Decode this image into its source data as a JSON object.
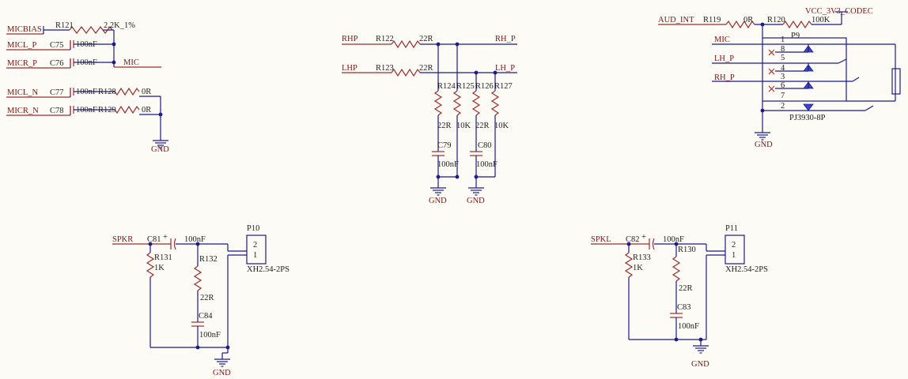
{
  "colors": {
    "background": "#fdfbf5",
    "wire": "#1b1b8f",
    "component": "#9c2d2d",
    "net_label": "#7a1515",
    "no_connect": "#d02020"
  },
  "nets": {
    "micbias": "MICBIAS",
    "micl_p": "MICL_P",
    "micr_p": "MICR_P",
    "mic_out": "MIC",
    "micl_n": "MICL_N",
    "micr_n": "MICR_N",
    "rhp": "RHP",
    "lhp": "LHP",
    "rh_p_out": "RH_P",
    "lh_p_out": "LH_P",
    "aud_int": "AUD_INT",
    "vcc": "VCC_3V3_CODEC",
    "jack_mic": "MIC",
    "jack_lh_p": "LH_P",
    "jack_rh_p": "RH_P",
    "spkr": "SPKR",
    "spkl": "SPKL"
  },
  "gnd_labels": [
    "GND",
    "GND",
    "GND",
    "GND",
    "GND",
    "GND"
  ],
  "components": {
    "r121": {
      "ref": "R121",
      "value": "2.2K_1%"
    },
    "c75": {
      "ref": "C75",
      "value": "100nF"
    },
    "c76": {
      "ref": "C76",
      "value": "100nF"
    },
    "c77": {
      "ref": "C77",
      "value": "100nF"
    },
    "c78": {
      "ref": "C78",
      "value": "100nF"
    },
    "r128": {
      "ref": "R128",
      "value": "0R"
    },
    "r129": {
      "ref": "R129",
      "value": "0R"
    },
    "r122": {
      "ref": "R122",
      "value": "22R"
    },
    "r123": {
      "ref": "R123",
      "value": "22R"
    },
    "r124": {
      "ref": "R124",
      "value": "22R"
    },
    "r125": {
      "ref": "R125",
      "value": "10K"
    },
    "r126": {
      "ref": "R126",
      "value": "22R"
    },
    "r127": {
      "ref": "R127",
      "value": "10K"
    },
    "c79": {
      "ref": "C79",
      "value": "100nF"
    },
    "c80": {
      "ref": "C80",
      "value": "100nF"
    },
    "r119": {
      "ref": "R119",
      "value": "0R"
    },
    "r120": {
      "ref": "R120",
      "value": "100K"
    },
    "p9": {
      "ref": "P9",
      "value": "PJ3930-8P",
      "pins": [
        "1",
        "8",
        "5",
        "4",
        "3",
        "6",
        "7",
        "2"
      ]
    },
    "c81": {
      "ref": "C81",
      "plus": "+",
      "value": "100nF"
    },
    "r131": {
      "ref": "R131",
      "value": "1K"
    },
    "r132": {
      "ref": "R132",
      "value": "22R"
    },
    "c84": {
      "ref": "C84",
      "value": "100nF"
    },
    "p10": {
      "ref": "P10",
      "value": "XH2.54-2PS",
      "pins": [
        "2",
        "1"
      ]
    },
    "c82": {
      "ref": "C82",
      "plus": "+",
      "value": "100nF"
    },
    "r133": {
      "ref": "R133",
      "value": "1K"
    },
    "r130": {
      "ref": "R130",
      "value": "22R"
    },
    "c83": {
      "ref": "C83",
      "value": "100nF"
    },
    "p11": {
      "ref": "P11",
      "value": "XH2.54-2PS",
      "pins": [
        "2",
        "1"
      ]
    }
  }
}
